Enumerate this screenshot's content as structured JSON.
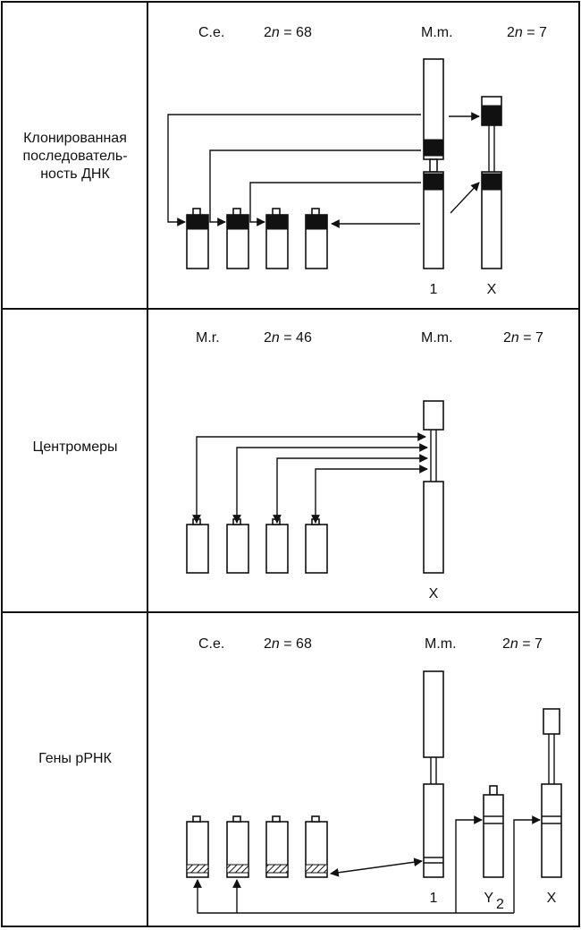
{
  "rows": [
    {
      "label_lines": [
        "Клонированная",
        "последователь-",
        "ность ДНК"
      ],
      "left_species": "C.e.",
      "left_ploidy_prefix": "2",
      "left_ploidy_n": "n",
      "left_ploidy_value": " = 68",
      "right_species": "M.m.",
      "right_ploidy_prefix": "2",
      "right_ploidy_n": "n",
      "right_ploidy_value": " = 7",
      "chrom_labels": [
        "1",
        "X"
      ]
    },
    {
      "label_lines": [
        "Центромеры"
      ],
      "left_species": "M.r.",
      "left_ploidy_prefix": "2",
      "left_ploidy_n": "n",
      "left_ploidy_value": " = 46",
      "right_species": "M.m.",
      "right_ploidy_prefix": "2",
      "right_ploidy_n": "n",
      "right_ploidy_value": " = 7",
      "chrom_labels": [
        "X"
      ]
    },
    {
      "label_lines": [
        "Гены рРНК"
      ],
      "left_species": "C.e.",
      "left_ploidy_prefix": "2",
      "left_ploidy_n": "n",
      "left_ploidy_value": " = 68",
      "right_species": "M.m.",
      "right_ploidy_prefix": "2",
      "right_ploidy_n": "n",
      "right_ploidy_value": " = 7",
      "chrom_labels": [
        "1",
        "Y",
        "2",
        "X"
      ]
    }
  ]
}
